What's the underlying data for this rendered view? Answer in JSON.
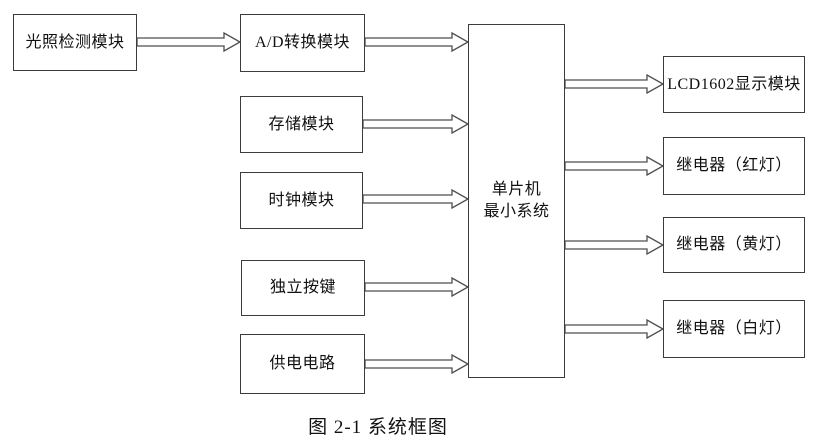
{
  "diagram": {
    "caption": "图 2-1 系统框图",
    "nodes": {
      "light_detection": {
        "label": "光照检测模块"
      },
      "ad_converter": {
        "label": "A/D转换模块"
      },
      "storage": {
        "label": "存储模块"
      },
      "clock": {
        "label": "时钟模块"
      },
      "independent_keys": {
        "label": "独立按键"
      },
      "power_supply": {
        "label": "供电电路"
      },
      "mcu": {
        "label_lines": [
          "单片机",
          "最小系统"
        ]
      },
      "lcd_display": {
        "label": "LCD1602显示模块"
      },
      "relay_red": {
        "label": "继电器（红灯）"
      },
      "relay_yellow": {
        "label": "继电器（黄灯）"
      },
      "relay_white": {
        "label": "继电器（白灯）"
      }
    },
    "connections": [
      {
        "from": "light_detection",
        "to": "ad_converter"
      },
      {
        "from": "ad_converter",
        "to": "mcu"
      },
      {
        "from": "storage",
        "to": "mcu"
      },
      {
        "from": "clock",
        "to": "mcu"
      },
      {
        "from": "independent_keys",
        "to": "mcu"
      },
      {
        "from": "power_supply",
        "to": "mcu"
      },
      {
        "from": "mcu",
        "to": "lcd_display"
      },
      {
        "from": "mcu",
        "to": "relay_red"
      },
      {
        "from": "mcu",
        "to": "relay_yellow"
      },
      {
        "from": "mcu",
        "to": "relay_white"
      }
    ],
    "colors": {
      "line": "#4d4d4d",
      "border": "#3c3c3c",
      "background": "#ffffff",
      "text": "#111111"
    }
  }
}
